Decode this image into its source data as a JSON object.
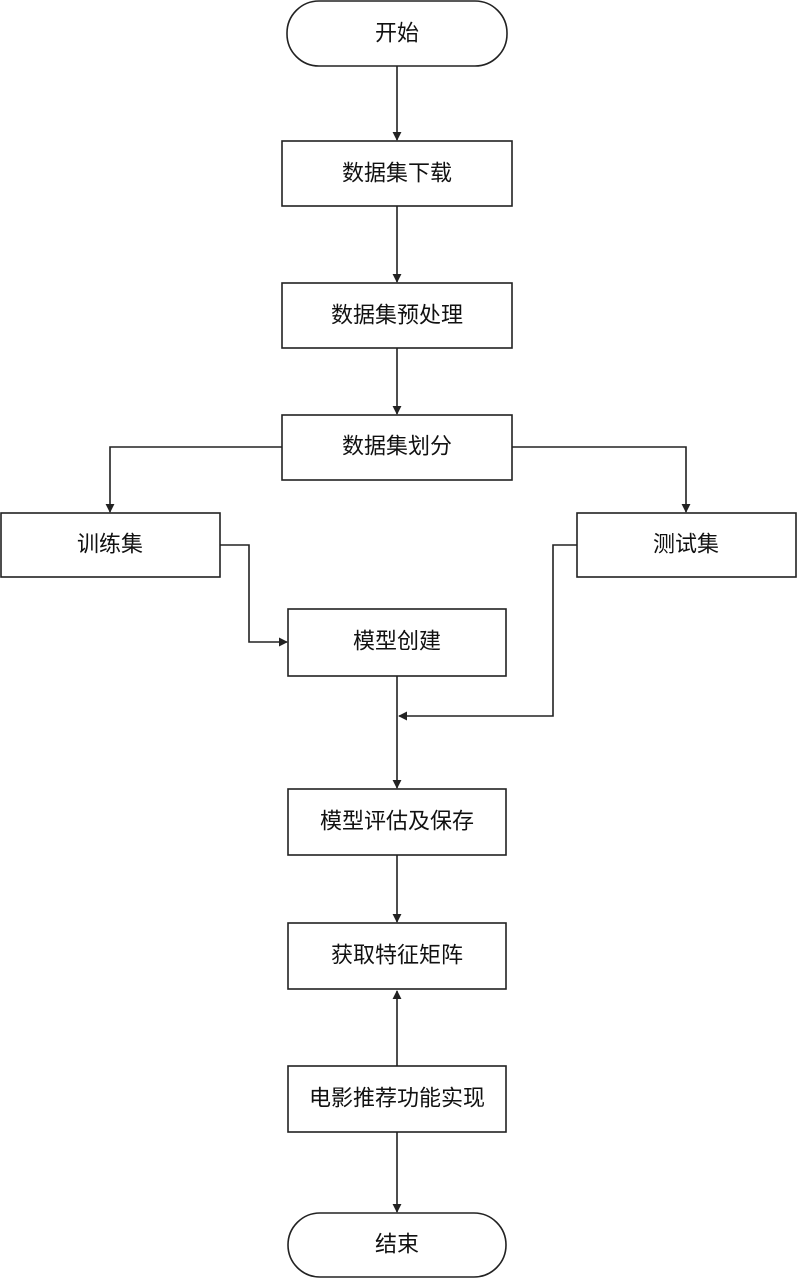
{
  "nodes": {
    "start": "开始",
    "download": "数据集下载",
    "preprocess": "数据集预处理",
    "split": "数据集划分",
    "train_set": "训练集",
    "test_set": "测试集",
    "model_create": "模型创建",
    "evaluate_save": "模型评估及保存",
    "feature_matrix": "获取特征矩阵",
    "recommend": "电影推荐功能实现",
    "end": "结束"
  }
}
